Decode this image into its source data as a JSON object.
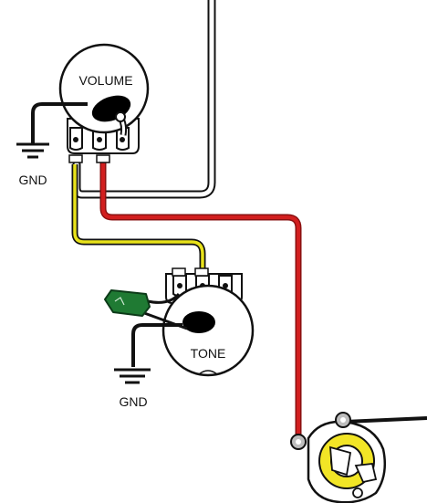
{
  "labels": {
    "volume": "VOLUME",
    "tone": "TONE",
    "gnd_upper": "GND",
    "gnd_lower": "GND"
  },
  "colors": {
    "hot_wire": "#d21f1f",
    "signal_wire": "#e8e21a",
    "capacitor": "#1f7a33",
    "jack_ring": "#f2e526",
    "ground_wire": "#111111"
  }
}
